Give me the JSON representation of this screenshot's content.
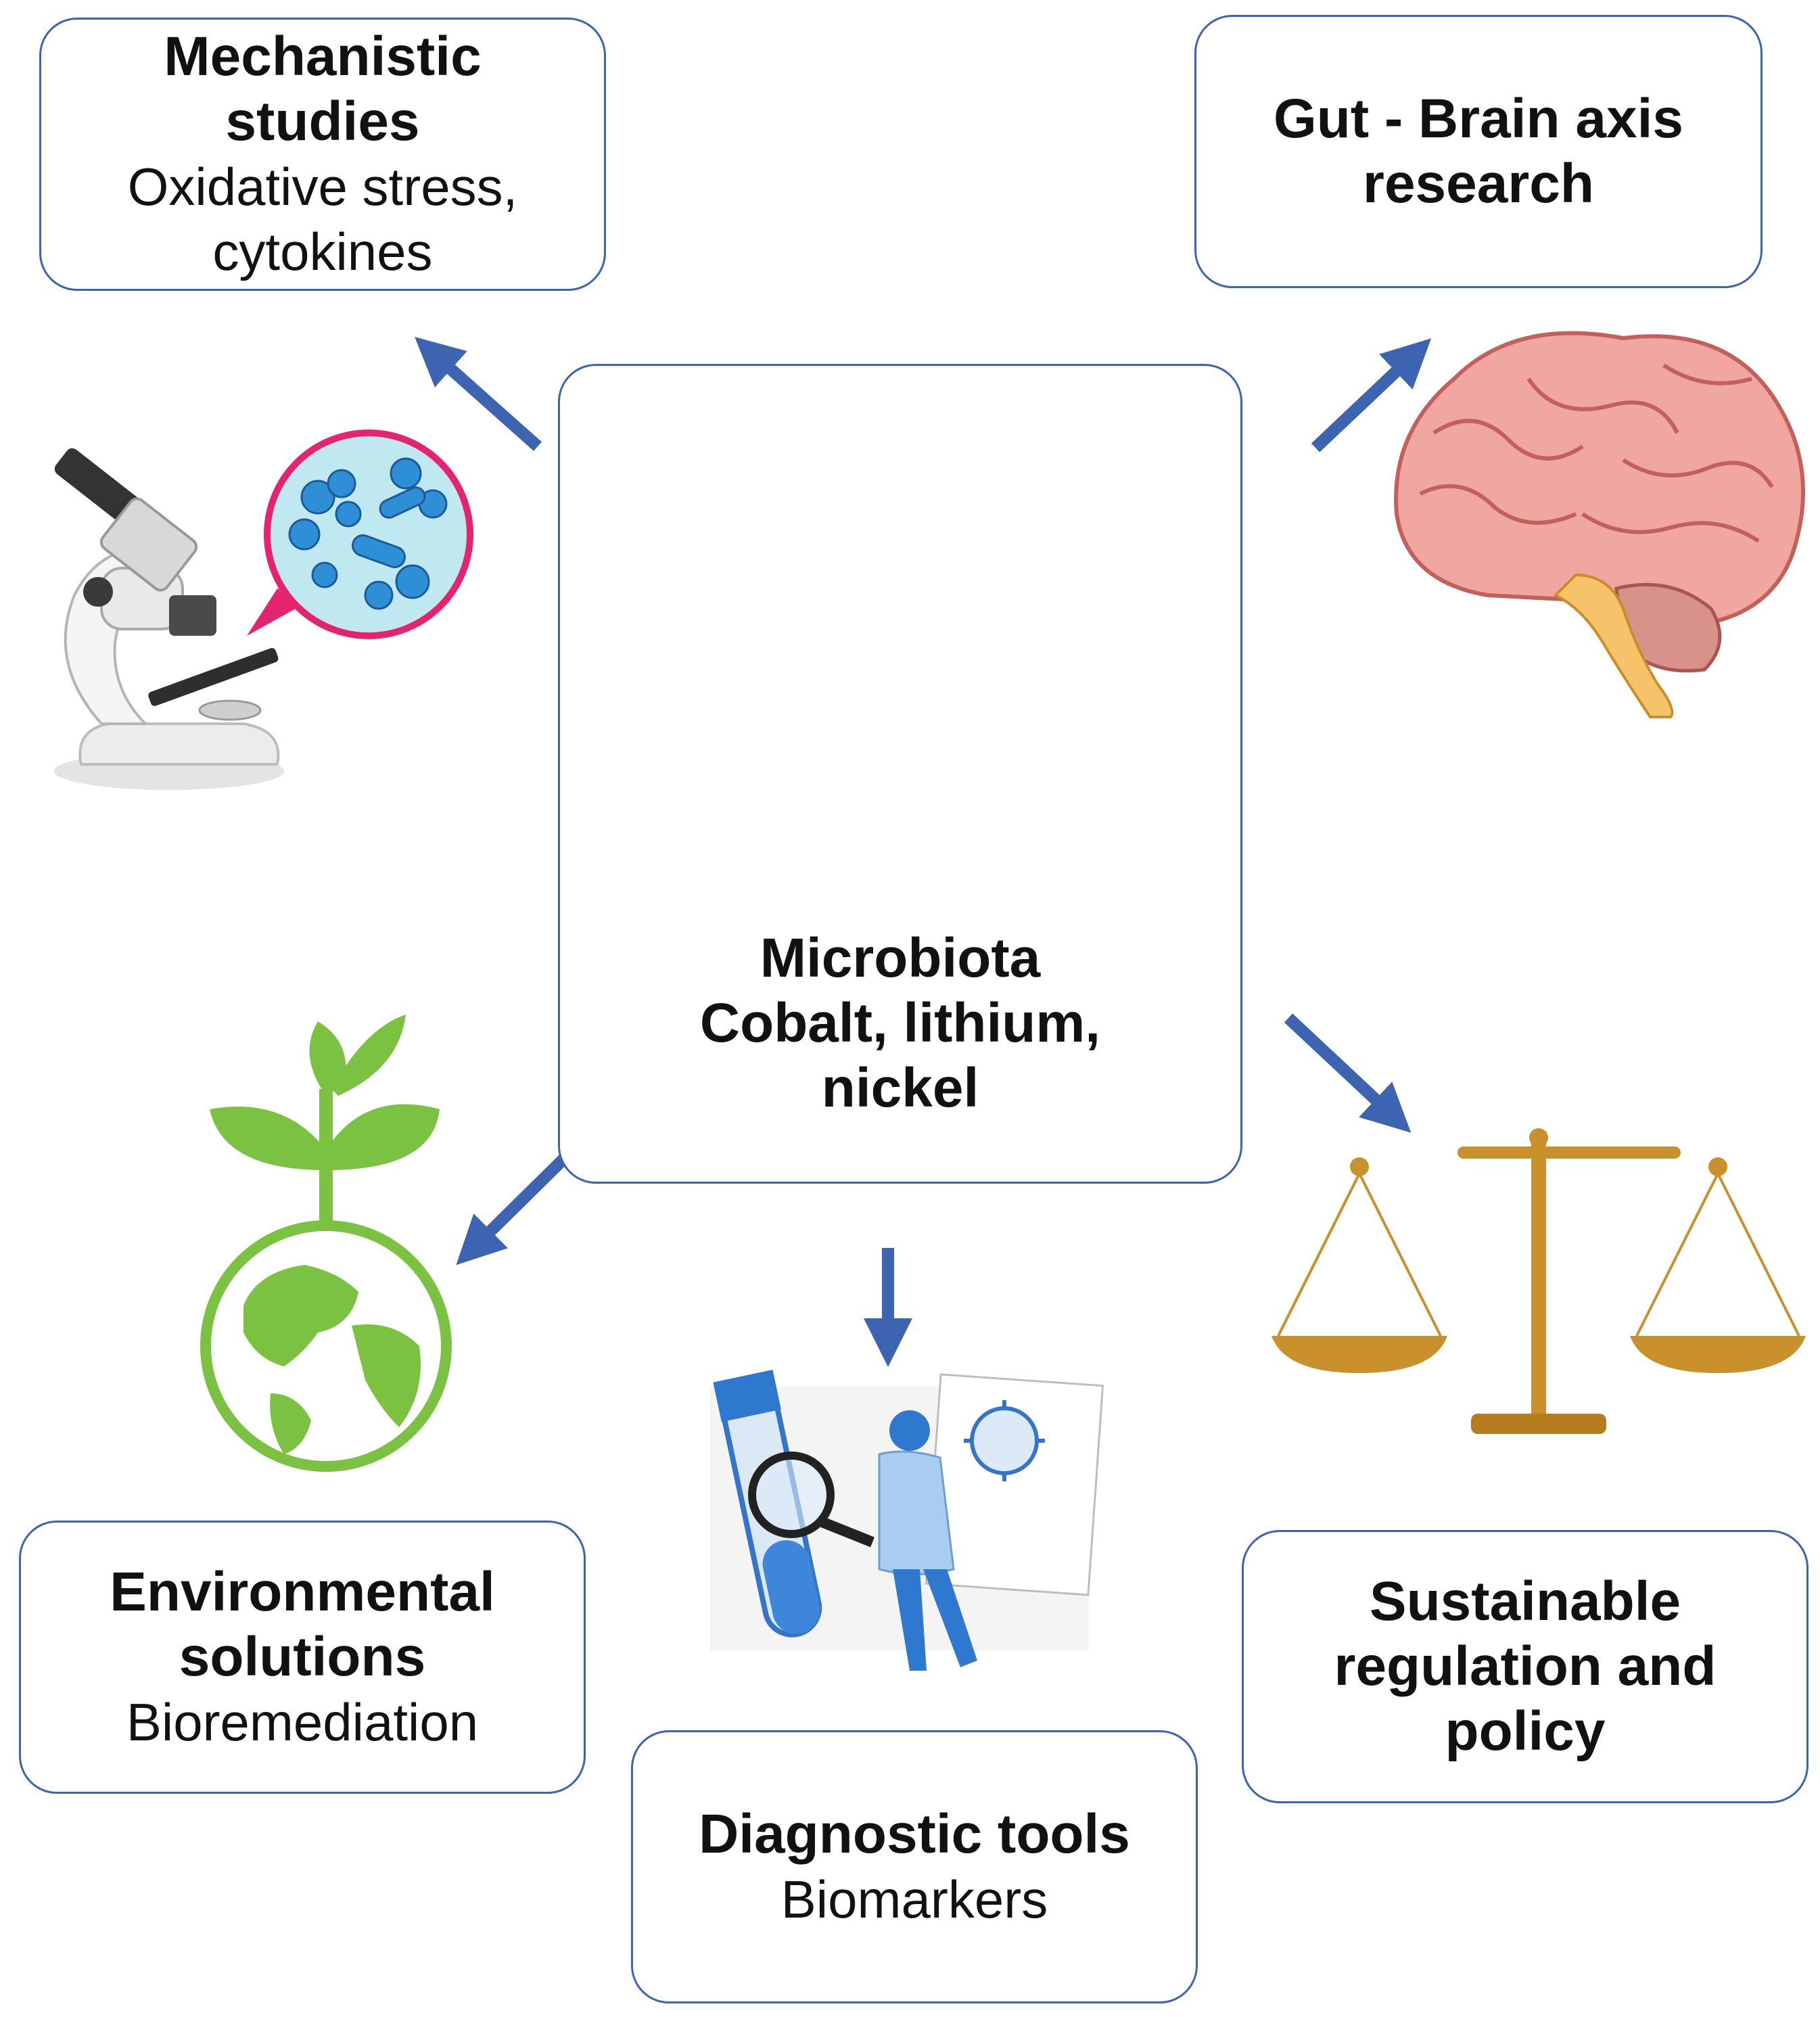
{
  "center": {
    "lines": [
      "Microbiota",
      "Cobalt, lithium,",
      "nickel"
    ]
  },
  "mechanistic": {
    "title": [
      "Mechanistic",
      "studies"
    ],
    "subtitle": [
      "Oxidative stress,",
      "cytokines"
    ]
  },
  "gut_brain": {
    "title": [
      "Gut - Brain axis",
      "research"
    ]
  },
  "environmental": {
    "title": [
      "Environmental",
      "solutions"
    ],
    "subtitle": [
      "Bioremediation"
    ]
  },
  "diagnostic": {
    "title": [
      "Diagnostic tools"
    ],
    "subtitle": [
      "Biomarkers"
    ]
  },
  "sustainable": {
    "title": [
      "Sustainable",
      "regulation and",
      "policy"
    ]
  },
  "colors": {
    "border": "#3d64b0",
    "arrow": "#3d64b0",
    "globe": "#7cc242",
    "brain": "#e89a97",
    "gold": "#c9902c"
  },
  "icons": [
    "microscope-icon",
    "bacteria-bubble-icon",
    "brain-icon",
    "globe-plant-icon",
    "scientist-test-tube-icon",
    "scales-icon",
    "intestine-icon",
    "atom-icon",
    "bacteria-icon"
  ]
}
